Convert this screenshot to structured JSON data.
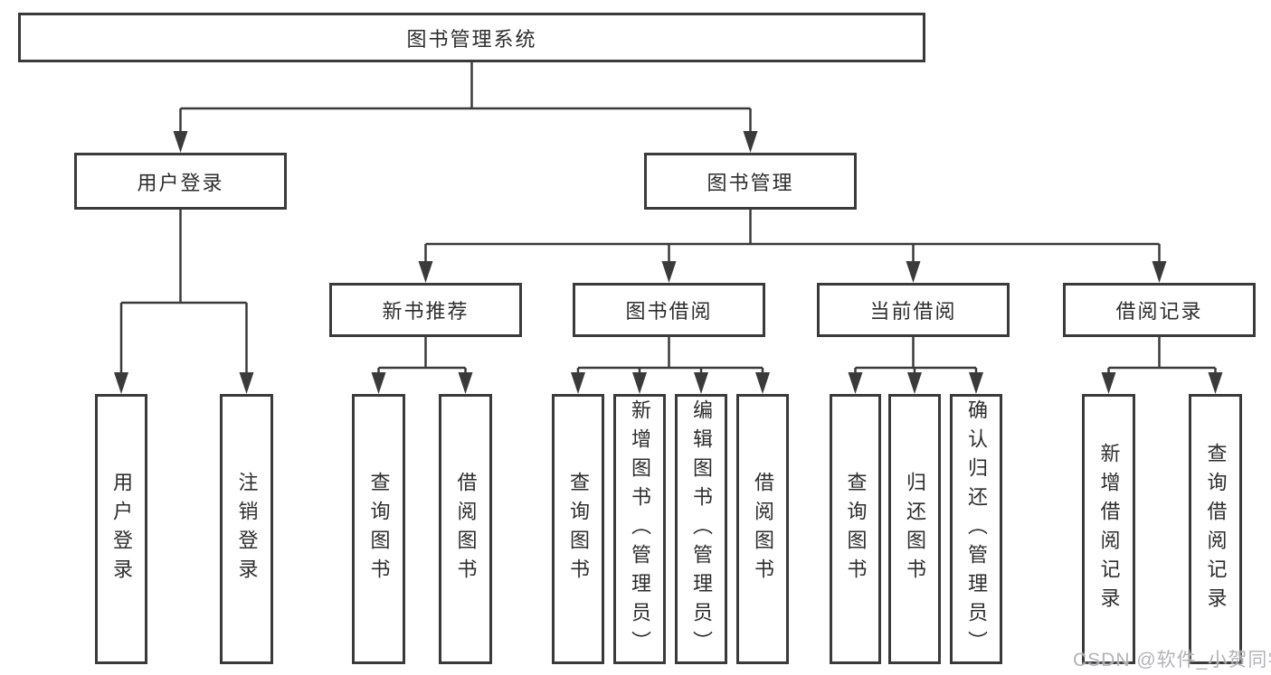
{
  "diagram": {
    "title": "图书管理系统",
    "type": "functional-structure-tree",
    "colors": {
      "line": "#3a3a3a",
      "text": "#2d2d2d",
      "background": "#ffffff",
      "watermark": "#aeb1b6"
    }
  },
  "watermark": {
    "text": "CSDN @软件_小贺同学"
  },
  "nodes": {
    "root": {
      "label": "图书管理系统"
    },
    "user_login": {
      "label": "用户登录"
    },
    "book_mgmt": {
      "label": "图书管理"
    },
    "new_book_rec": {
      "label": "新书推荐"
    },
    "book_borrow": {
      "label": "图书借阅"
    },
    "current_borrow": {
      "label": "当前借阅"
    },
    "borrow_records": {
      "label": "借阅记录"
    },
    "ul_login": {
      "label": "用户登录"
    },
    "ul_logout": {
      "label": "注销登录"
    },
    "nbr_query": {
      "label": "查询图书"
    },
    "nbr_borrow": {
      "label": "借阅图书"
    },
    "bb_query": {
      "label": "查询图书"
    },
    "bb_add": {
      "label": "新增图书（管理员）"
    },
    "bb_edit": {
      "label": "编辑图书（管理员）"
    },
    "bb_borrow": {
      "label": "借阅图书"
    },
    "cb_query": {
      "label": "查询图书"
    },
    "cb_return": {
      "label": "归还图书"
    },
    "cb_confirm": {
      "label": "确认归还（管理员）"
    },
    "br_add": {
      "label": "新增借阅记录"
    },
    "br_query": {
      "label": "查询借阅记录"
    }
  },
  "hierarchy": {
    "root": {
      "user_login": [
        "ul_login",
        "ul_logout"
      ],
      "book_mgmt": {
        "new_book_rec": [
          "nbr_query",
          "nbr_borrow"
        ],
        "book_borrow": [
          "bb_query",
          "bb_add",
          "bb_edit",
          "bb_borrow"
        ],
        "current_borrow": [
          "cb_query",
          "cb_return",
          "cb_confirm"
        ],
        "borrow_records": [
          "br_add",
          "br_query"
        ]
      }
    }
  }
}
